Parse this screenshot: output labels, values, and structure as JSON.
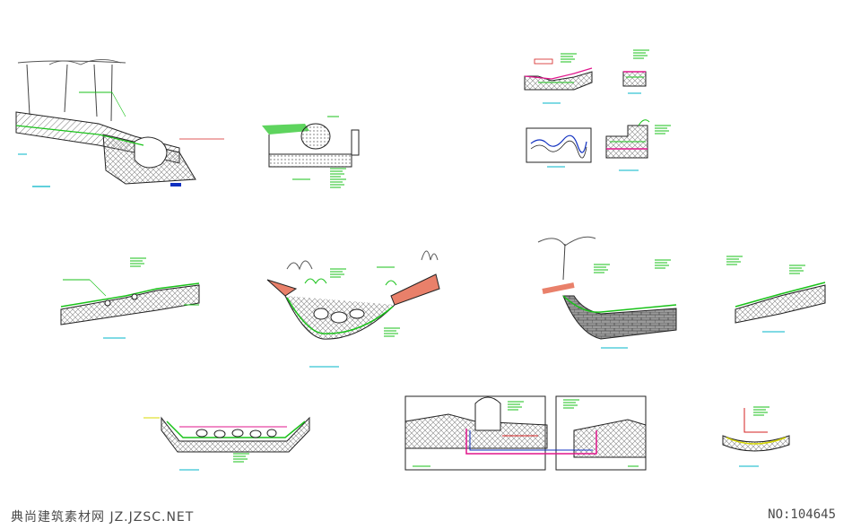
{
  "watermark": {
    "site": "典尚建筑素材网 JZ.JZSC.NET",
    "number": "NO:104645"
  },
  "colors": {
    "background": "#ffffff",
    "outline": "#222222",
    "green": "#19c219",
    "cyan": "#00b4c8",
    "magenta": "#e0158c",
    "red": "#d42020",
    "yellow": "#d8d800",
    "blue": "#1030c0",
    "salmon": "#e9806a",
    "hatch": "#7a7a7a"
  },
  "drawings": [
    {
      "name": "section-stream-bank-with-trees",
      "icon": "tree-icon"
    },
    {
      "name": "section-stone-edge"
    },
    {
      "name": "section-small-slope"
    },
    {
      "name": "section-small-edge-detail"
    },
    {
      "name": "plan-stream-path"
    },
    {
      "name": "section-stone-step-detail"
    },
    {
      "name": "section-planted-slope"
    },
    {
      "name": "section-stream-valley",
      "icon": "shrub-icon"
    },
    {
      "name": "section-bank-with-tree",
      "icon": "tree-icon"
    },
    {
      "name": "section-right-slope"
    },
    {
      "name": "section-pebble-channel"
    },
    {
      "name": "section-framed-waterfall"
    },
    {
      "name": "section-small-pool"
    }
  ]
}
